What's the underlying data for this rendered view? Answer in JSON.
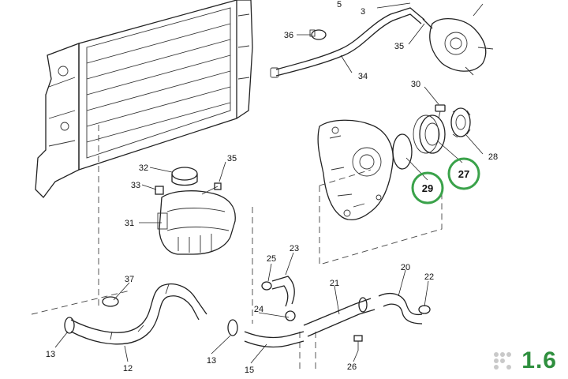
{
  "labels": {
    "l3": "3",
    "l5": "5",
    "l12": "12",
    "l13a": "13",
    "l13b": "13",
    "l15": "15",
    "l20": "20",
    "l21": "21",
    "l22": "22",
    "l23": "23",
    "l24": "24",
    "l25": "25",
    "l26": "26",
    "l27": "27",
    "l28": "28",
    "l29": "29",
    "l30": "30",
    "l31": "31",
    "l32": "32",
    "l33": "33",
    "l34": "34",
    "l35a": "35",
    "l35b": "35",
    "l36": "36",
    "l37": "37"
  },
  "highlight_color": "#3aa24a",
  "engine_badge": "1.6",
  "icons": [
    "radiator",
    "thermostat-housing",
    "water-pump",
    "coolant-reservoir",
    "reservoir-cap",
    "hose",
    "clamp",
    "pulley",
    "seal-ring",
    "bolt"
  ]
}
